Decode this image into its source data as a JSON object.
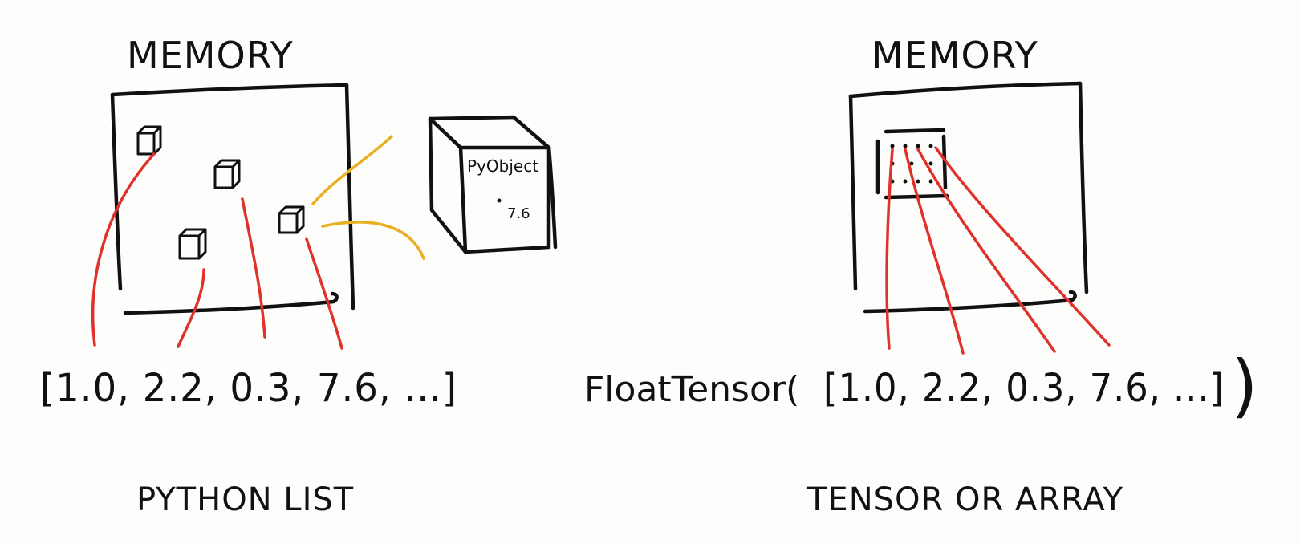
{
  "left_panel": {
    "memory_label": "MEMORY",
    "list_text": "[1.0, 2.2, 0.3, 7.6, ...]",
    "caption": "PYTHON LIST",
    "pyobject": {
      "label": "PyObject",
      "value": "7.6"
    }
  },
  "right_panel": {
    "memory_label": "MEMORY",
    "function_name": "FloatTensor(",
    "list_text": "[1.0, 2.2, 0.3, 7.6, ...]",
    "closing_paren": ")",
    "caption": "TENSOR OR ARRAY"
  },
  "colors": {
    "ink": "#111111",
    "pointer": "#e0312b",
    "highlight": "#e8b020",
    "background": "#fdfdfc"
  }
}
